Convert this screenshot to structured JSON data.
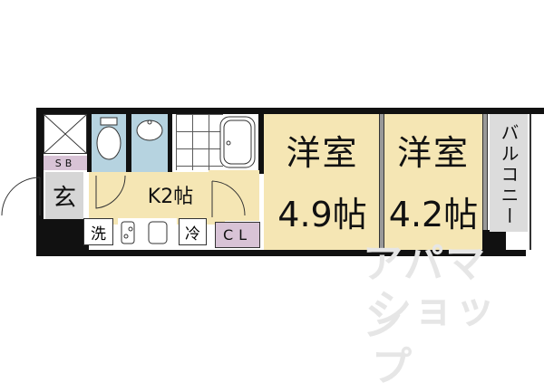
{
  "floorplan": {
    "rooms": [
      {
        "id": "western1",
        "name": "洋室",
        "size": "4.9帖"
      },
      {
        "id": "western2",
        "name": "洋室",
        "size": "4.2帖"
      }
    ],
    "kitchen": {
      "label": "K2帖"
    },
    "entrance": {
      "label": "玄"
    },
    "shoe_box": {
      "label": "SB"
    },
    "closet": {
      "label": "CL"
    },
    "washer": {
      "label": "洗"
    },
    "fridge": {
      "label": "冷"
    },
    "balcony": {
      "label": "バルコニー"
    },
    "colors": {
      "room_fill": "#f5e6b4",
      "wet_area_fill": "#b6d3e0",
      "storage_fill": "#d8c3d6",
      "balcony_fill": "#dcdcdc",
      "wall": "#111111"
    }
  },
  "watermark": {
    "line1": "アパマン",
    "line2": "ショップ"
  }
}
